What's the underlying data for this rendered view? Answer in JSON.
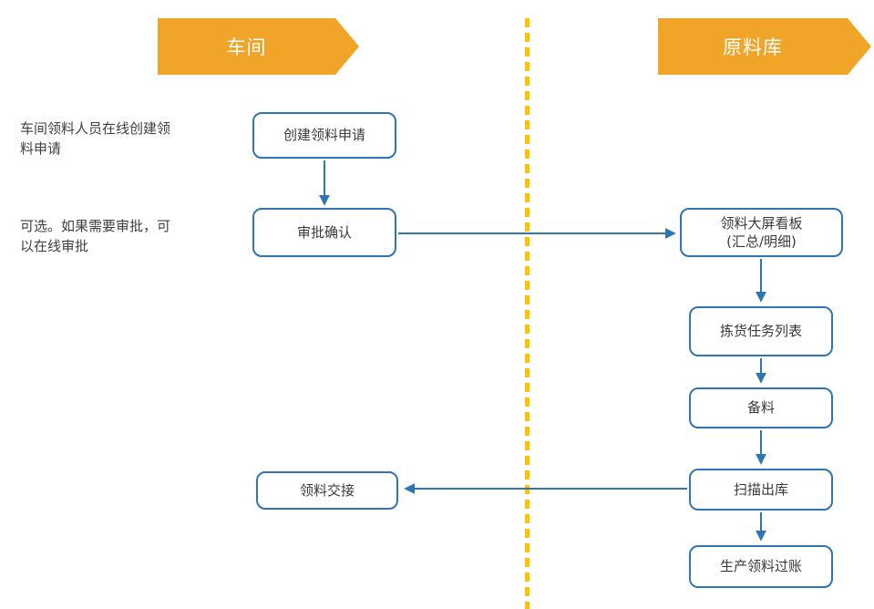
{
  "lanes": {
    "workshop": {
      "label": "车间"
    },
    "warehouse": {
      "label": "原料库"
    }
  },
  "annotations": {
    "create_note": "车间领料人员在线创建领料申请",
    "approve_note": "可选。如果需要审批，可以在线审批"
  },
  "nodes": {
    "create_request": {
      "label": "创建领料申请"
    },
    "approval": {
      "label": "审批确认"
    },
    "handover": {
      "label": "领料交接"
    },
    "kanban": {
      "line1": "领料大屏看板",
      "line2": "(汇总/明细)"
    },
    "picking_list": {
      "label": "拣货任务列表"
    },
    "prepare": {
      "label": "备料"
    },
    "scan_out": {
      "label": "扫描出库"
    },
    "posting": {
      "label": "生产领料过账"
    }
  },
  "edges": [
    {
      "from": "create_request",
      "to": "approval"
    },
    {
      "from": "approval",
      "to": "kanban"
    },
    {
      "from": "kanban",
      "to": "picking_list"
    },
    {
      "from": "picking_list",
      "to": "prepare"
    },
    {
      "from": "prepare",
      "to": "scan_out"
    },
    {
      "from": "scan_out",
      "to": "handover"
    },
    {
      "from": "scan_out",
      "to": "posting"
    }
  ],
  "colors": {
    "lane_header": "#F0A428",
    "divider": "#FFC000",
    "node_border": "#2E75B6",
    "arrow": "#2E75B6",
    "text": "#3F3F3F"
  }
}
